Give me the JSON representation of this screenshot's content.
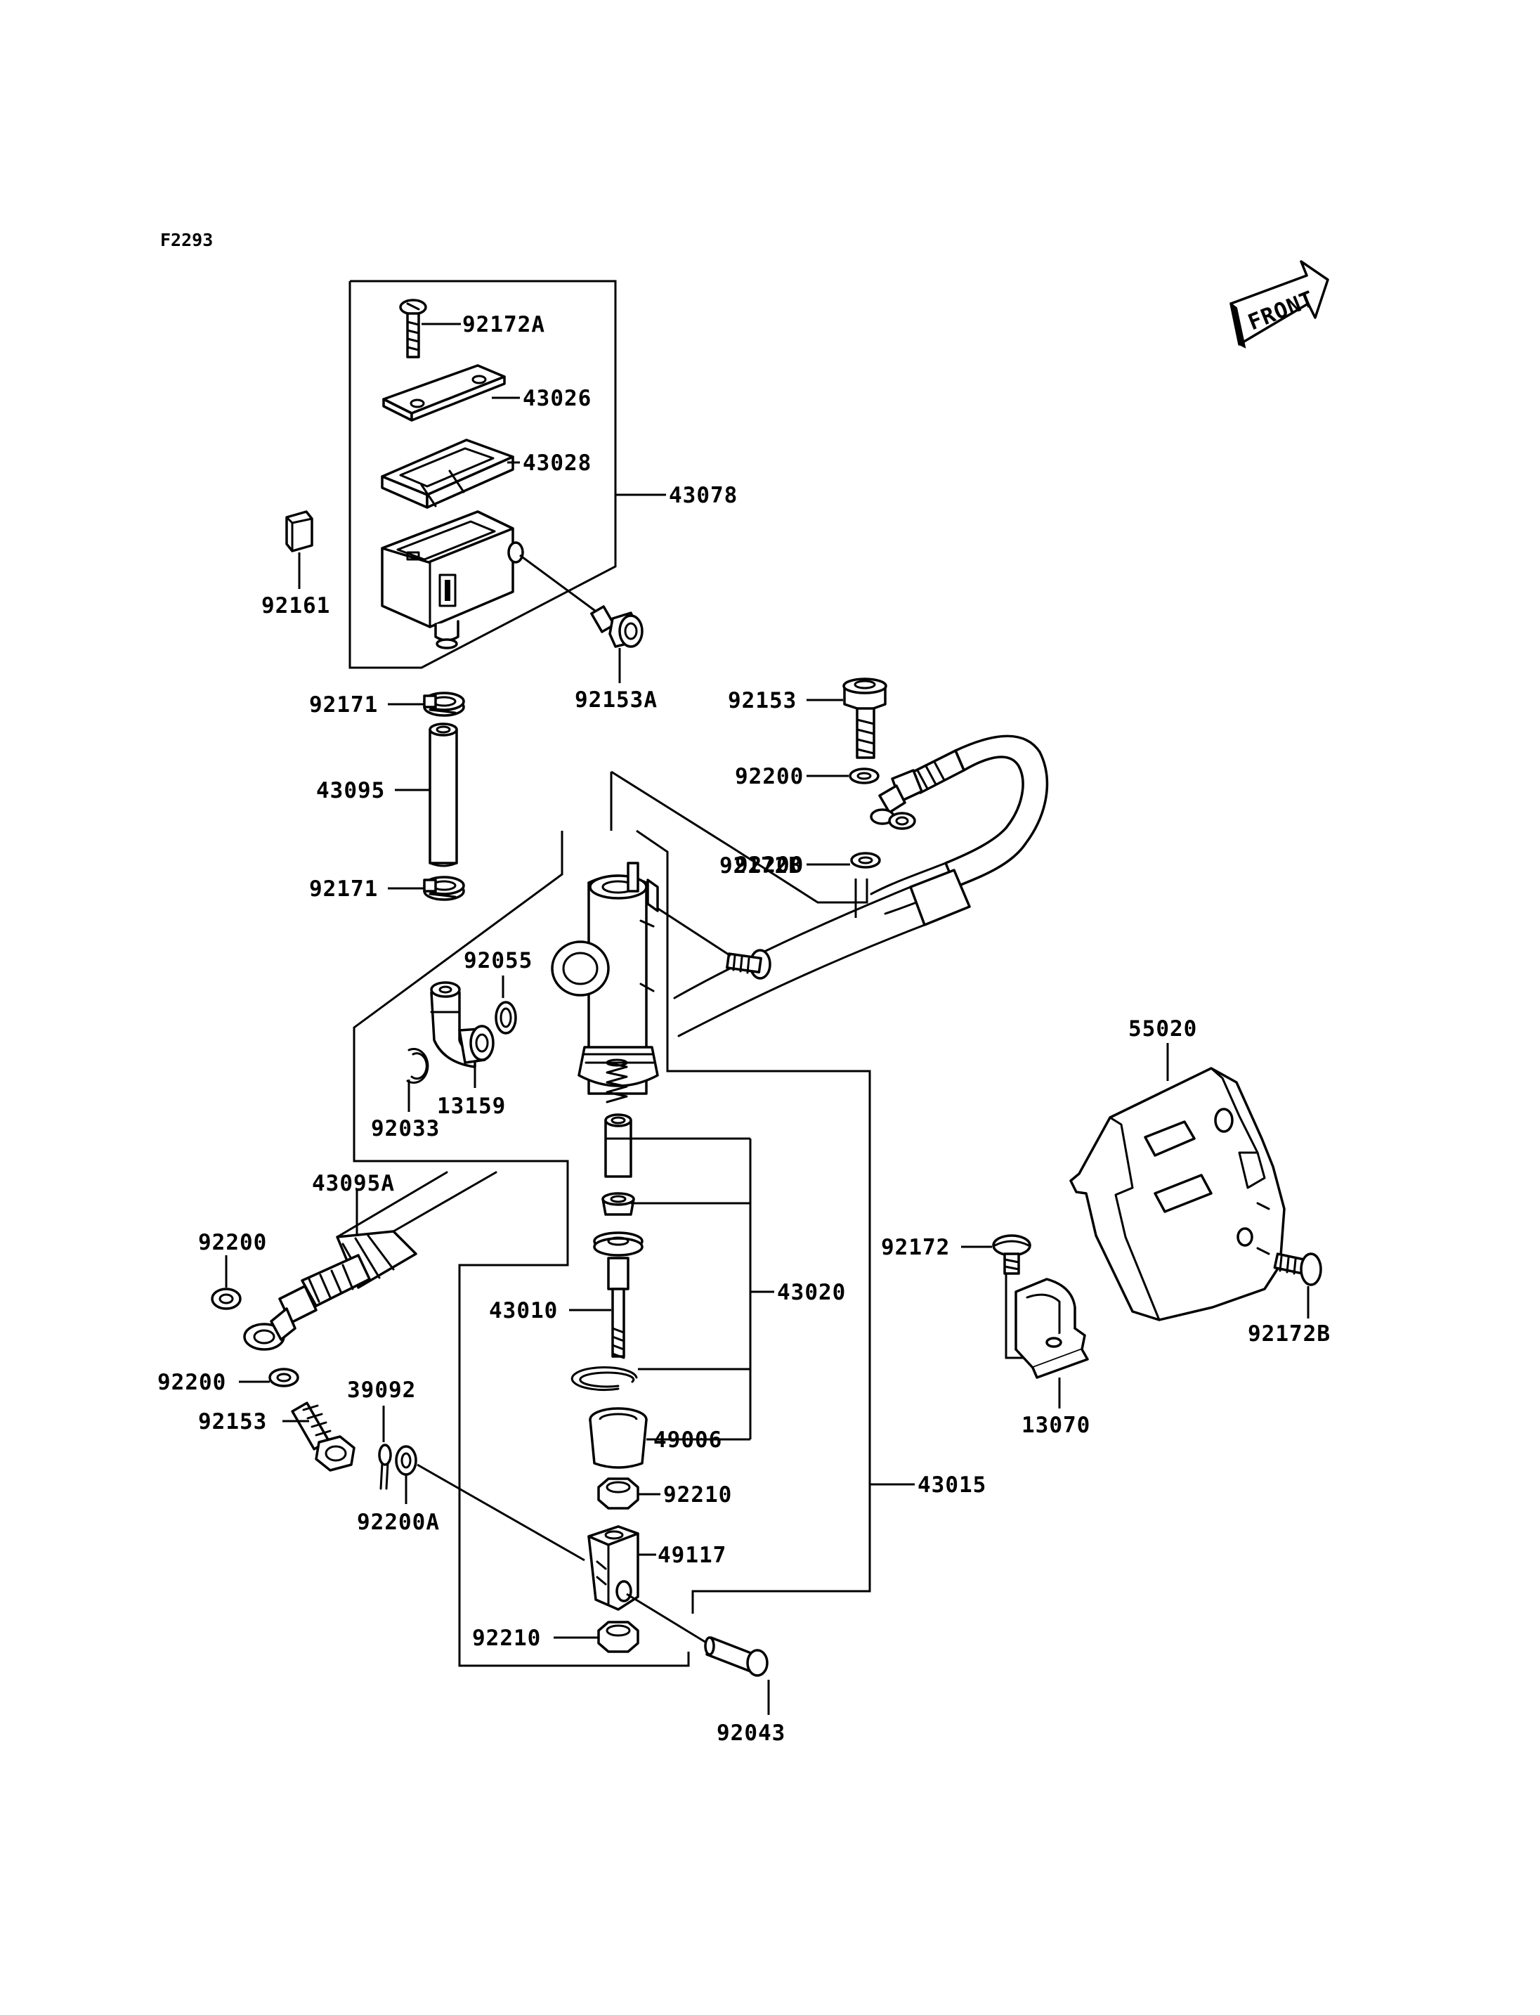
{
  "figure_code": "F2293",
  "front_arrow_text": "FRONT",
  "parts": {
    "p92172A": "92172A",
    "p43026": "43026",
    "p43028": "43028",
    "p43078": "43078",
    "p92161": "92161",
    "p92153A": "92153A",
    "p92171_top": "92171",
    "p43095": "43095",
    "p92171_bottom": "92171",
    "p92153_top": "92153",
    "p92200_a": "92200",
    "p92200_b": "92200",
    "p92172B_a": "92172B",
    "p92055": "92055",
    "p13159": "13159",
    "p92033": "92033",
    "p43095A": "43095A",
    "p92200_c": "92200",
    "p43010": "43010",
    "p43020": "43020",
    "p92200_d": "92200",
    "p92153_bottom": "92153",
    "p39092": "39092",
    "p49006": "49006",
    "p92200A": "92200A",
    "p92210_a": "92210",
    "p49117": "49117",
    "p43015": "43015",
    "p92210_b": "92210",
    "p92043": "92043",
    "p55020": "55020",
    "p92172": "92172",
    "p92172B_b": "92172B",
    "p13070": "13070"
  }
}
